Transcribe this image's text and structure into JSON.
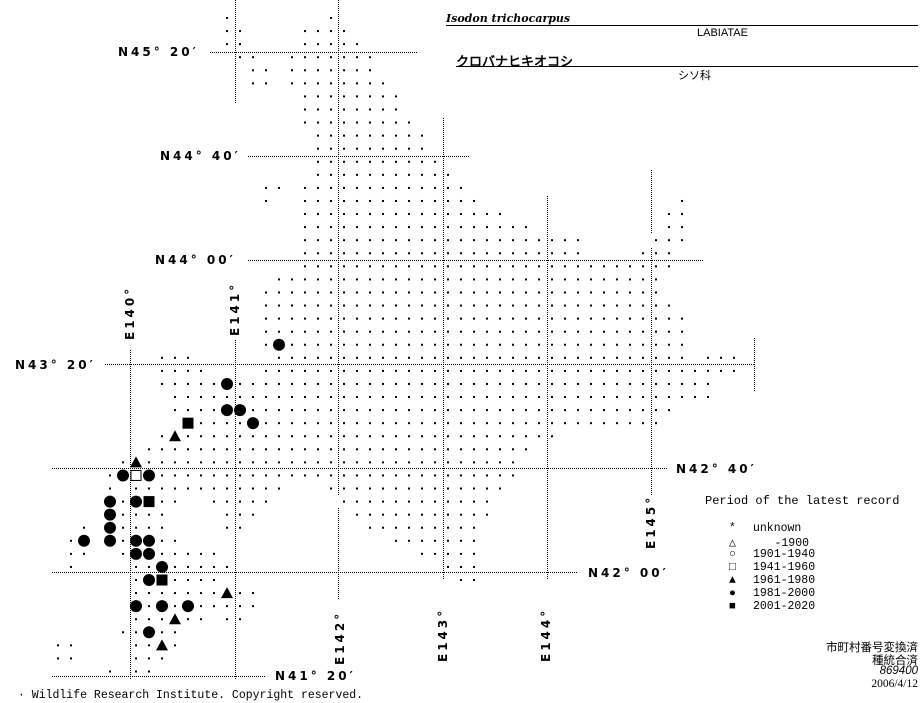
{
  "title": {
    "scientific_name": "Isodon trichocarpus",
    "family_latin": "LABIATAE",
    "japanese_name": "クロバナヒキオコシ",
    "family_japanese": "シソ科"
  },
  "latitude_labels": [
    "N45° 20′",
    "N44° 40′",
    "N44° 00′",
    "N43° 20′",
    "N42° 40′",
    "N42° 00′",
    "N41° 20′"
  ],
  "longitude_labels": [
    "E140°",
    "E141°",
    "E142°",
    "E143°",
    "E144°",
    "E145°"
  ],
  "legend": {
    "title": "Period of the latest record",
    "items": [
      {
        "symbol": "*",
        "label": "unknown"
      },
      {
        "symbol": "△",
        "label": "-1900"
      },
      {
        "symbol": "○",
        "label": "1901-1940"
      },
      {
        "symbol": "□",
        "label": "1941-1960"
      },
      {
        "symbol": "▲",
        "label": "1961-1980"
      },
      {
        "symbol": "●",
        "label": "1981-2000"
      },
      {
        "symbol": "■",
        "label": "2001-2020"
      }
    ]
  },
  "stamp": {
    "line1": "市町村番号変換済",
    "line2": "種統合済",
    "code": "869400",
    "date": "2006/4/12"
  },
  "copyright": "· Wildlife Research Institute. Copyright reserved."
}
